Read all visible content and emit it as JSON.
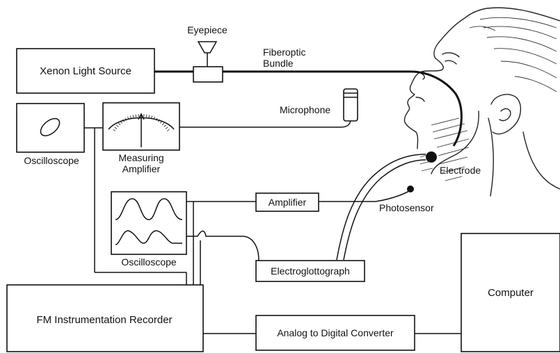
{
  "labels": {
    "eyepiece": "Eyepiece",
    "fiberoptic_line1": "Fiberoptic",
    "fiberoptic_line2": "Bundle",
    "xenon": "Xenon Light Source",
    "microphone": "Microphone",
    "oscilloscope_top": "Oscilloscope",
    "measuring_line1": "Measuring",
    "measuring_line2": "Amplifier",
    "electrode": "Electrode",
    "amplifier": "Amplifier",
    "photosensor": "Photosensor",
    "oscilloscope_mid": "Oscilloscope",
    "electroglottograph": "Electroglottograph",
    "computer": "Computer",
    "fm_recorder": "FM Instrumentation Recorder",
    "adc": "Analog to Digital Converter"
  }
}
